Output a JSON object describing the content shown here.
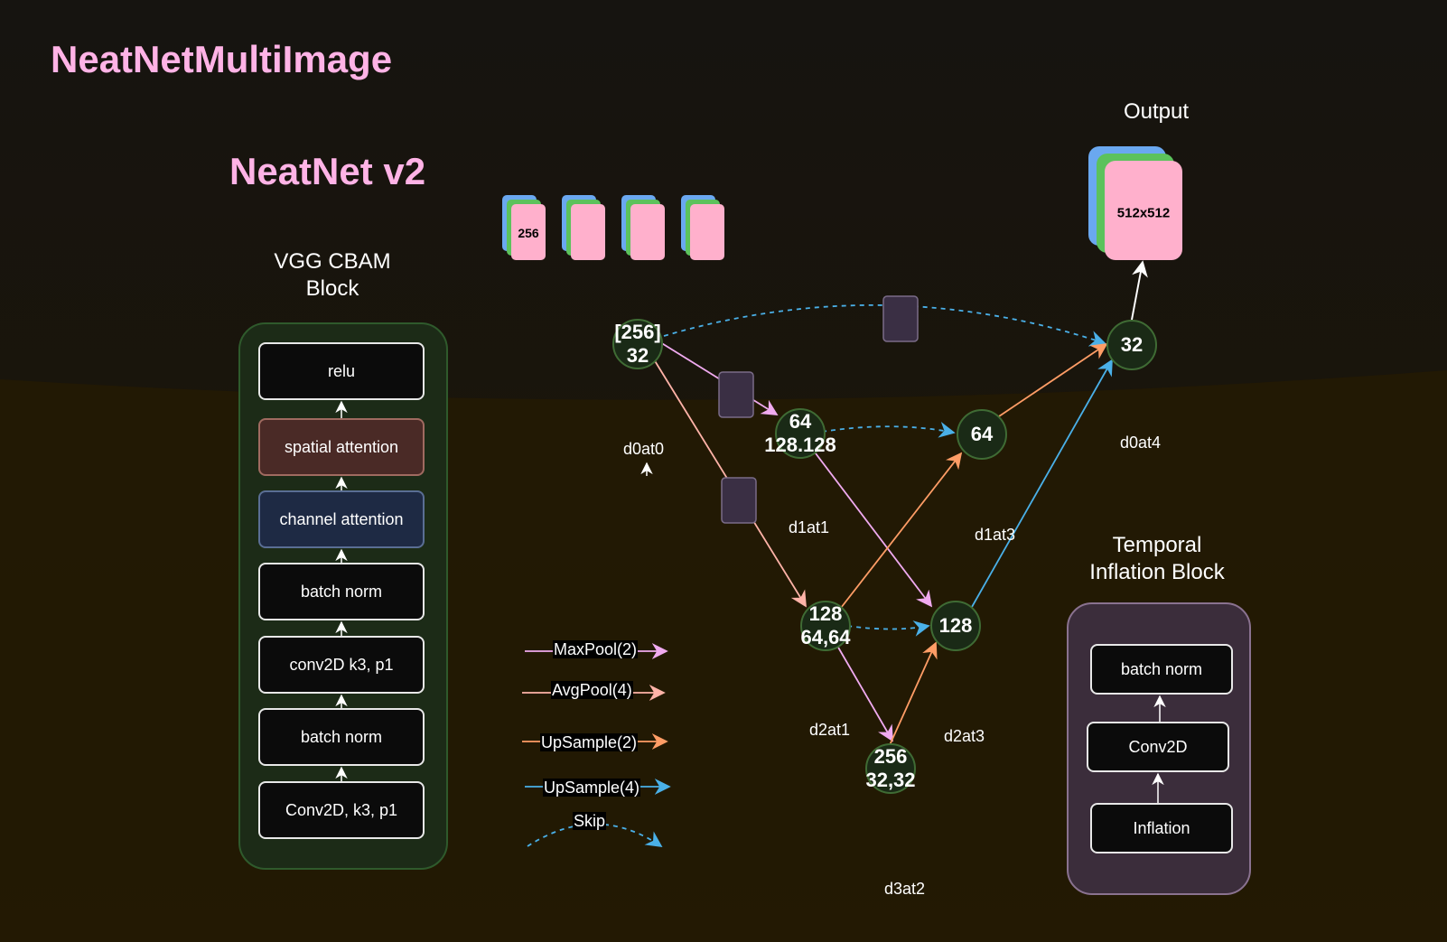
{
  "title": "NeatNetMultiImage",
  "subtitle": "NeatNet v2",
  "vgg_block": {
    "heading": "VGG CBAM\nBlock",
    "layers": [
      "relu",
      "spatial attention",
      "channel attention",
      "batch norm",
      "conv2D k3, p1",
      "batch norm",
      "Conv2D, k3, p1"
    ]
  },
  "temporal_block": {
    "heading": "Temporal\nInflation Block",
    "layers": [
      "batch norm",
      "Conv2D",
      "Inflation"
    ]
  },
  "output": {
    "heading": "Output",
    "size_label": "512x512"
  },
  "inputs": {
    "size_label": "256",
    "count": 4
  },
  "nodes": {
    "d0at0": "[256]\n32",
    "d1at1": "64\n128.128",
    "d2at1": "128\n64,64",
    "d3at2": "256\n32,32",
    "d2at3": "128",
    "d1at3": "64",
    "d0at4": "32"
  },
  "node_labels": {
    "d0at0": "d0at0",
    "d1at1": "d1at1",
    "d2at1": "d2at1",
    "d3at2": "d3at2",
    "d2at3": "d2at3",
    "d1at3": "d1at3",
    "d0at4": "d0at4"
  },
  "legend": [
    {
      "label": "MaxPool(2)",
      "color": "#f0aaf0"
    },
    {
      "label": "AvgPool(4)",
      "color": "#ffb3a8"
    },
    {
      "label": "UpSample(2)",
      "color": "#ff9d66"
    },
    {
      "label": "UpSample(4)",
      "color": "#4ab0e8"
    },
    {
      "label": "Skip",
      "color": "#4ab0e8"
    }
  ],
  "colors": {
    "maxpool": "#f0aaf0",
    "avgpool": "#ffb3a8",
    "upsample2": "#ff9d66",
    "upsample4": "#4ab0e8",
    "skip": "#4ab0e8",
    "node_fill": "#1a2a16",
    "node_border": "#3f6b34",
    "attention_box": "#3a2f44",
    "title": "#ffb3e6"
  }
}
